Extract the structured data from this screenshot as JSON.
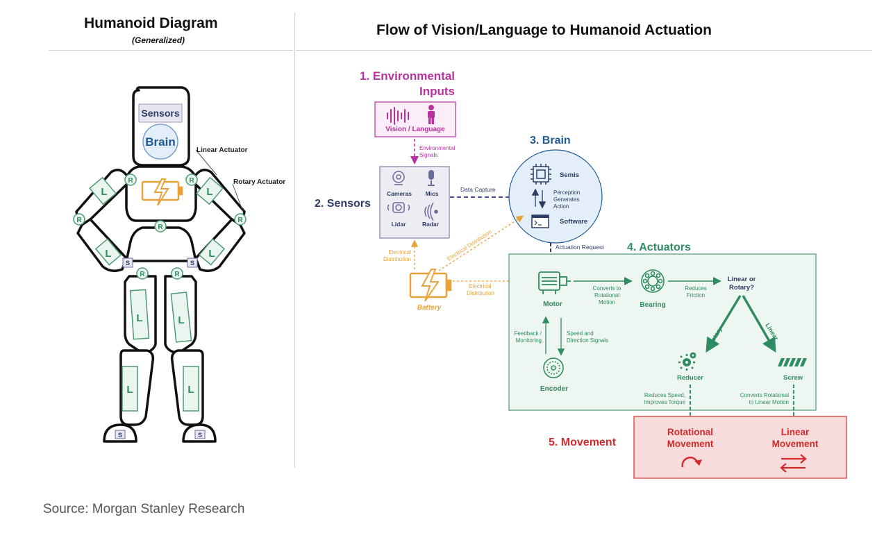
{
  "left": {
    "title": "Humanoid Diagram",
    "subtitle": "(Generalized)",
    "sensors": "Sensors",
    "brain": "Brain",
    "linear_actuator": "Linear Actuator",
    "rotary_actuator": "Rotary Actuator",
    "r": "R",
    "l": "L",
    "s": "S"
  },
  "right": {
    "title": "Flow of Vision/Language to Humanoid Actuation",
    "env": {
      "line1": "1. Environmental",
      "line2": "Inputs",
      "box_label": "Vision / Language",
      "signals1": "Environmental",
      "signals2": "Signals"
    },
    "sensors": {
      "title": "2. Sensors",
      "cameras": "Cameras",
      "mics": "Mics",
      "lidar": "Lidar",
      "radar": "Radar",
      "data_capture": "Data Capture",
      "elec1": "Electrical",
      "elec2": "Distribution"
    },
    "brain": {
      "title": "3. Brain",
      "semis": "Semis",
      "perception1": "Perception",
      "perception2": "Generates",
      "perception3": "Action",
      "software": "Software",
      "actuation_request": "Actuation Request",
      "elec_diag": "Electrical Distribution"
    },
    "battery": {
      "label": "Battery",
      "elec1": "Electrical",
      "elec2": "Distribution"
    },
    "actuators": {
      "title": "4. Actuators",
      "motor": "Motor",
      "converts1": "Converts to",
      "converts2": "Rotational",
      "converts3": "Motion",
      "bearing": "Bearing",
      "reduces1": "Reduces",
      "reduces2": "Friction",
      "linrot1": "Linear or",
      "linrot2": "Rotary?",
      "rotary": "Rotary",
      "linear": "Linear",
      "feedback1": "Feedback /",
      "feedback2": "Monitoring",
      "speed1": "Speed and",
      "speed2": "Direction Signals",
      "encoder": "Encoder",
      "reducer": "Reducer",
      "screw": "Screw",
      "reducer_desc1": "Reduces Speed,",
      "reducer_desc2": "Improves Torque",
      "screw_desc1": "Converts Rotational",
      "screw_desc2": "to Linear Motion"
    },
    "movement": {
      "title": "5. Movement",
      "rot1": "Rotational",
      "rot2": "Movement",
      "lin1": "Linear",
      "lin2": "Movement"
    }
  },
  "source": "Source: Morgan Stanley Research",
  "colors": {
    "magenta": "#b7329f",
    "navy": "#2c3c64",
    "blue": "#1f5a96",
    "green": "#2e8b62",
    "orange": "#e8a23a",
    "red": "#d32b2b"
  }
}
